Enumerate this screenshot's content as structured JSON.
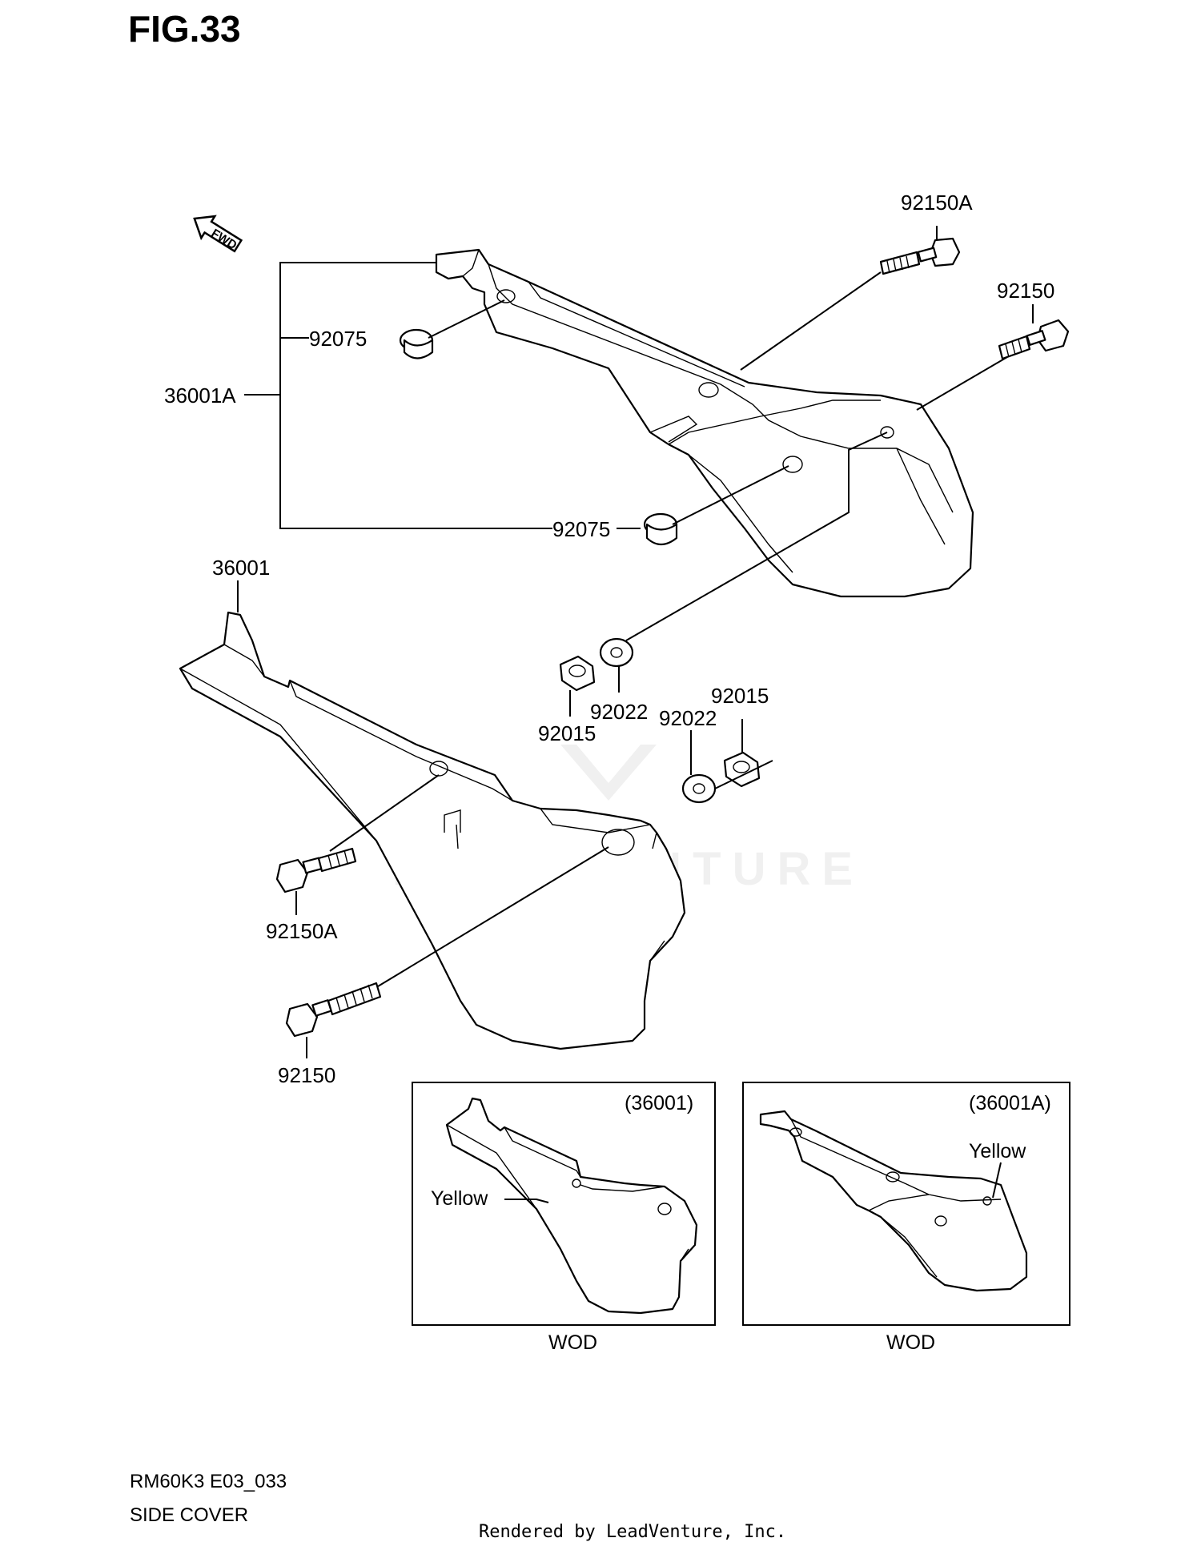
{
  "figure": {
    "title": "FIG.33",
    "model_code": "RM60K3 E03_033",
    "section_name": "SIDE COVER"
  },
  "direction_badge": {
    "text": "FWD",
    "icon": "fwd-arrow-icon"
  },
  "part_labels": {
    "bolt_upper_a": "92150A",
    "bolt_upper": "92150",
    "cushion_upper": "92075",
    "cover_a": "36001A",
    "cushion_lower": "92075",
    "cover": "36001",
    "nut_left": "92015",
    "washer_left": "92022",
    "washer_right": "92022",
    "nut_right": "92015",
    "bolt_lower_a": "92150A",
    "bolt_lower": "92150"
  },
  "insets": [
    {
      "part_ref": "(36001)",
      "color_note": "Yellow",
      "variant": "WOD"
    },
    {
      "part_ref": "(36001A)",
      "color_note": "Yellow",
      "variant": "WOD"
    }
  ],
  "watermark": "LEADVENTURE",
  "credit": "Rendered by LeadVenture, Inc."
}
